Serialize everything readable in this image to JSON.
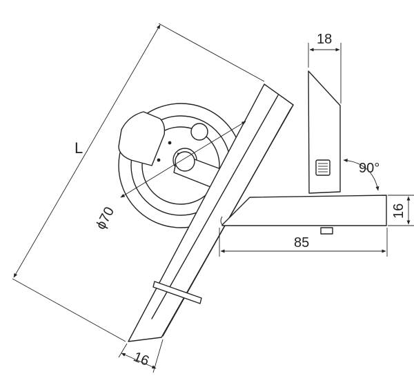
{
  "dimensions": {
    "length_label": "L",
    "diameter_label": "ϕ70",
    "top_width_label": "18",
    "angle_label": "90°",
    "height_label": "16",
    "base_length_label": "85",
    "blade_width_label": "16"
  }
}
